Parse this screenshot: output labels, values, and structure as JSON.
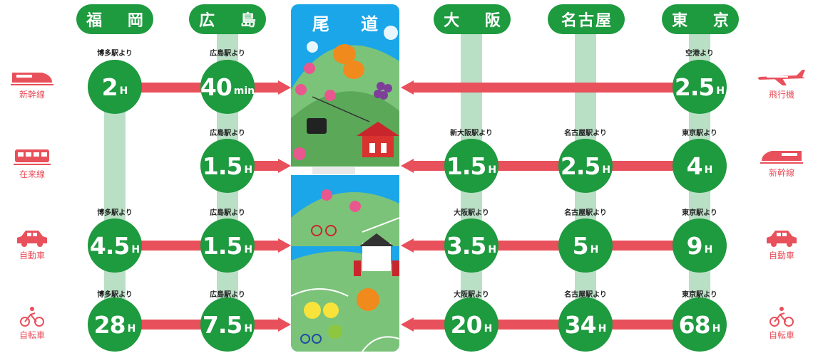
{
  "panel": {
    "title": "尾 道"
  },
  "columns": [
    {
      "id": "fukuoka",
      "label": "福 岡"
    },
    {
      "id": "hiroshima",
      "label": "広 島"
    },
    {
      "id": "osaka",
      "label": "大 阪"
    },
    {
      "id": "nagoya",
      "label": "名古屋"
    },
    {
      "id": "tokyo",
      "label": "東 京"
    }
  ],
  "modes": {
    "shinkansen": "新幹線",
    "airplane": "飛行機",
    "local_train": "在来線",
    "car": "自動車",
    "bicycle": "自転車"
  },
  "rows": {
    "row1": {
      "fukuoka": {
        "from": "博多駅より",
        "value": "2",
        "unit": "H"
      },
      "hiroshima": {
        "from": "広島駅より",
        "value": "40",
        "unit": "min"
      },
      "tokyo": {
        "from": "空港より",
        "value": "2.5",
        "unit": "H"
      }
    },
    "row2": {
      "hiroshima": {
        "from": "広島駅より",
        "value": "1.5",
        "unit": "H"
      },
      "osaka": {
        "from": "新大阪駅より",
        "value": "1.5",
        "unit": "H"
      },
      "nagoya": {
        "from": "名古屋駅より",
        "value": "2.5",
        "unit": "H"
      },
      "tokyo": {
        "from": "東京駅より",
        "value": "4",
        "unit": "H"
      }
    },
    "row3": {
      "fukuoka": {
        "from": "博多駅より",
        "value": "4.5",
        "unit": "H"
      },
      "hiroshima": {
        "from": "広島駅より",
        "value": "1.5",
        "unit": "H"
      },
      "osaka": {
        "from": "大阪駅より",
        "value": "3.5",
        "unit": "H"
      },
      "nagoya": {
        "from": "名古屋駅より",
        "value": "5",
        "unit": "H"
      },
      "tokyo": {
        "from": "東京駅より",
        "value": "9",
        "unit": "H"
      }
    },
    "row4": {
      "fukuoka": {
        "from": "博多駅より",
        "value": "28",
        "unit": "H"
      },
      "hiroshima": {
        "from": "広島駅より",
        "value": "7.5",
        "unit": "H"
      },
      "osaka": {
        "from": "大阪駅より",
        "value": "20",
        "unit": "H"
      },
      "nagoya": {
        "from": "名古屋駅より",
        "value": "34",
        "unit": "H"
      },
      "tokyo": {
        "from": "東京駅より",
        "value": "68",
        "unit": "H"
      }
    }
  },
  "colors": {
    "green": "#1e9a3f",
    "light_green": "#b9dfc5",
    "arrow": "#e8505b",
    "sky": "#1aa6e8"
  }
}
